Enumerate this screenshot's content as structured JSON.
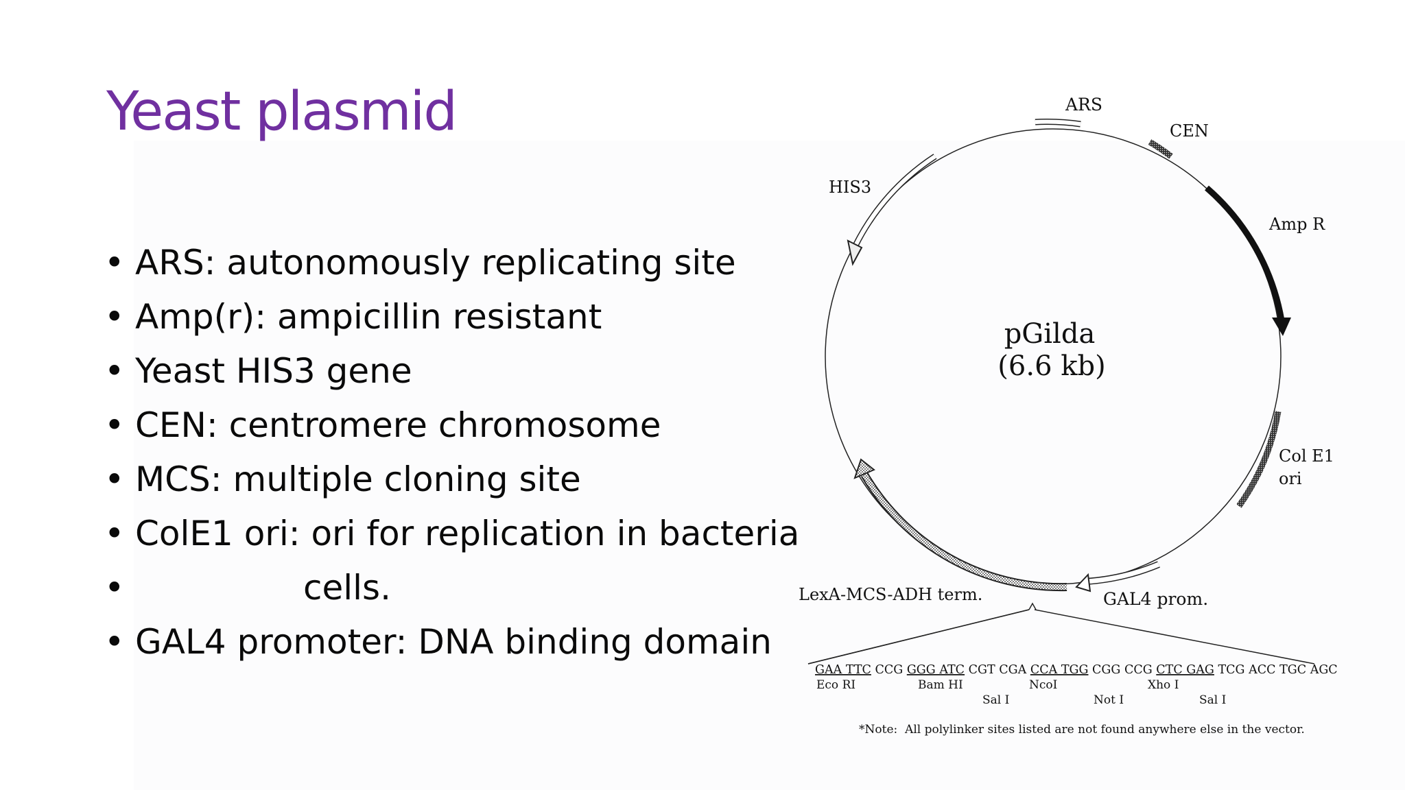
{
  "slide": {
    "title": "Yeast plasmid",
    "bullets": [
      {
        "text": "ARS: autonomously replicating site"
      },
      {
        "text": "Amp(r): ampicillin resistant"
      },
      {
        "text": "Yeast HIS3 gene"
      },
      {
        "text": "CEN: centromere chromosome"
      },
      {
        "text": "MCS: multiple cloning site"
      },
      {
        "text": "ColE1 ori: ori for replication in bacteria"
      },
      {
        "text": "cells."
      },
      {
        "text": "GAL4 promoter: DNA binding domain"
      }
    ],
    "bullet_symbol": "•",
    "title_color": "#7030a0"
  },
  "plasmid": {
    "name": "pGilda",
    "size": "(6.6 kb)",
    "features": {
      "ars": "ARS",
      "cen": "CEN",
      "ampr": "Amp R",
      "cole1_line1": "Col E1",
      "cole1_line2": "ori",
      "gal4": "GAL4 prom.",
      "lexa": "LexA-MCS-ADH term.",
      "his3": "HIS3"
    },
    "mcs_sequence": [
      {
        "codon": "GAA TTC",
        "underlined": true
      },
      {
        "codon": "CCG",
        "underlined": false
      },
      {
        "codon": "GGG ATC",
        "underlined": true
      },
      {
        "codon": "CGT CGA",
        "underlined": false
      },
      {
        "codon": "CCA TGG",
        "underlined": true
      },
      {
        "codon": "CGG CCG",
        "underlined": false
      },
      {
        "codon": "CTC GAG",
        "underlined": true
      },
      {
        "codon": "TCG ACC TGC AGC",
        "underlined": false
      }
    ],
    "sites_row1": [
      "Eco RI",
      "Bam HI",
      "NcoI",
      "Xho I"
    ],
    "sites_row2": [
      "Sal I",
      "Not I",
      "Sal I"
    ],
    "note": "*Note:  All polylinker sites listed are not found anywhere else in the vector."
  }
}
